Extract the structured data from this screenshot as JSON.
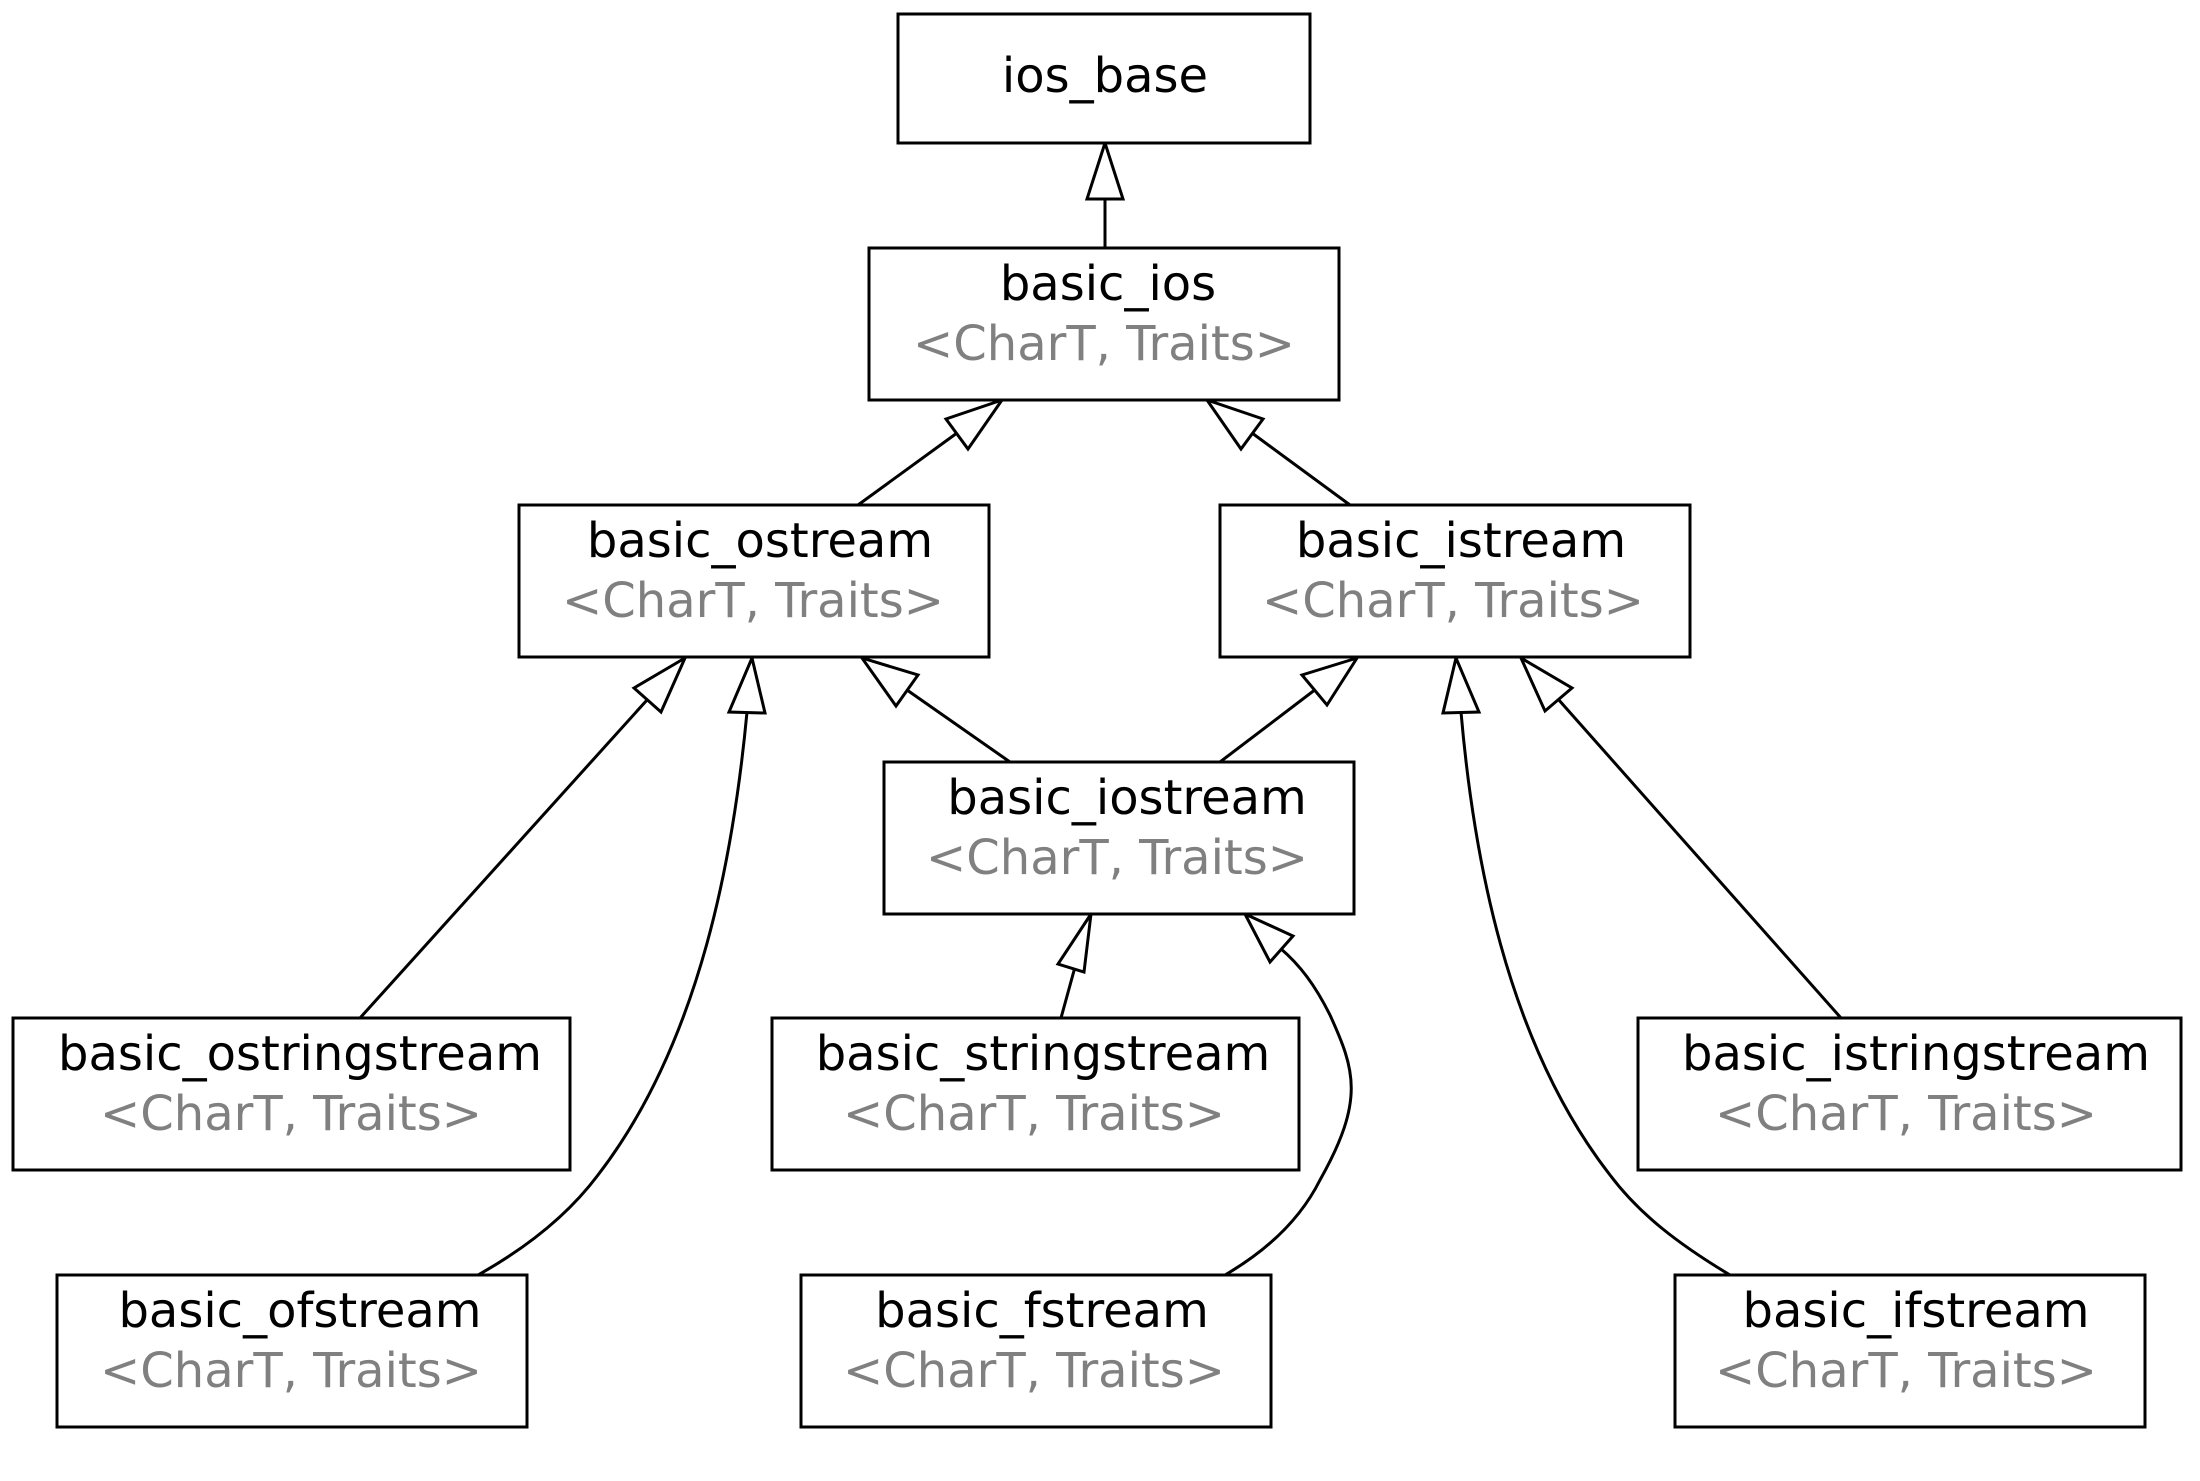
{
  "diagram": {
    "type": "class-inheritance-graph",
    "nodes": {
      "ios_base": {
        "name": "ios_base",
        "params": ""
      },
      "basic_ios": {
        "name": "basic_ios",
        "params": "<CharT, Traits>"
      },
      "basic_ostream": {
        "name": "basic_ostream",
        "params": "<CharT, Traits>"
      },
      "basic_istream": {
        "name": "basic_istream",
        "params": "<CharT, Traits>"
      },
      "basic_iostream": {
        "name": "basic_iostream",
        "params": "<CharT, Traits>"
      },
      "basic_ostringstream": {
        "name": "basic_ostringstream",
        "params": "<CharT, Traits>"
      },
      "basic_stringstream": {
        "name": "basic_stringstream",
        "params": "<CharT, Traits>"
      },
      "basic_istringstream": {
        "name": "basic_istringstream",
        "params": "<CharT, Traits>"
      },
      "basic_ofstream": {
        "name": "basic_ofstream",
        "params": "<CharT, Traits>"
      },
      "basic_fstream": {
        "name": "basic_fstream",
        "params": "<CharT, Traits>"
      },
      "basic_ifstream": {
        "name": "basic_ifstream",
        "params": "<CharT, Traits>"
      }
    },
    "edges": [
      {
        "from": "basic_ios",
        "to": "ios_base"
      },
      {
        "from": "basic_ostream",
        "to": "basic_ios"
      },
      {
        "from": "basic_istream",
        "to": "basic_ios"
      },
      {
        "from": "basic_iostream",
        "to": "basic_ostream"
      },
      {
        "from": "basic_iostream",
        "to": "basic_istream"
      },
      {
        "from": "basic_ostringstream",
        "to": "basic_ostream"
      },
      {
        "from": "basic_ofstream",
        "to": "basic_ostream"
      },
      {
        "from": "basic_stringstream",
        "to": "basic_iostream"
      },
      {
        "from": "basic_fstream",
        "to": "basic_iostream"
      },
      {
        "from": "basic_istringstream",
        "to": "basic_istream"
      },
      {
        "from": "basic_ifstream",
        "to": "basic_istream"
      }
    ],
    "edge_style": "hollow-triangle-arrow",
    "colors": {
      "line": "#000000",
      "name_text": "#000000",
      "params_text": "#808080",
      "background": "#ffffff"
    }
  }
}
